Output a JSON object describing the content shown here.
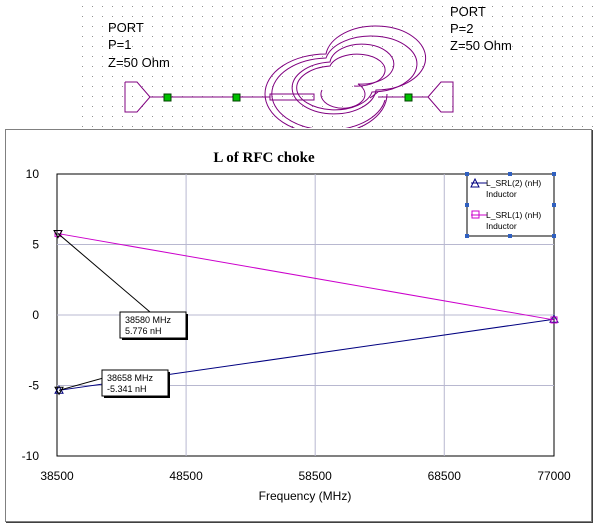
{
  "schematic": {
    "ports": [
      {
        "label": "PORT",
        "p": "P=1",
        "z": "Z=50 Ohm"
      },
      {
        "label": "PORT",
        "p": "P=2",
        "z": "Z=50 Ohm"
      }
    ]
  },
  "chart_data": {
    "type": "line",
    "title": "L of RFC choke",
    "xlabel": "Frequency (MHz)",
    "ylabel": "",
    "xlim": [
      38500,
      77000
    ],
    "ylim": [
      -10,
      10
    ],
    "x_ticks": [
      38500,
      48500,
      58500,
      68500,
      77000
    ],
    "y_ticks": [
      10,
      5,
      0,
      -5,
      -10
    ],
    "grid": true,
    "legend_position": "top-right",
    "series": [
      {
        "name": "L_SRL(2) (nH)",
        "subtitle": "Inductor",
        "color": "#000080",
        "marker": "triangle",
        "x": [
          38658,
          77000
        ],
        "y": [
          -5.341,
          -0.3
        ]
      },
      {
        "name": "L_SRL(1) (nH)",
        "subtitle": "Inductor",
        "color": "#cc00cc",
        "marker": "square",
        "x": [
          38580,
          77000
        ],
        "y": [
          5.776,
          -0.35
        ]
      }
    ],
    "markers": [
      {
        "series": 1,
        "x": 38580,
        "y": 5.776,
        "line1": "38580 MHz",
        "line2": "5.776 nH"
      },
      {
        "series": 0,
        "x": 38658,
        "y": -5.341,
        "line1": "38658 MHz",
        "line2": "-5.341 nH"
      }
    ]
  }
}
